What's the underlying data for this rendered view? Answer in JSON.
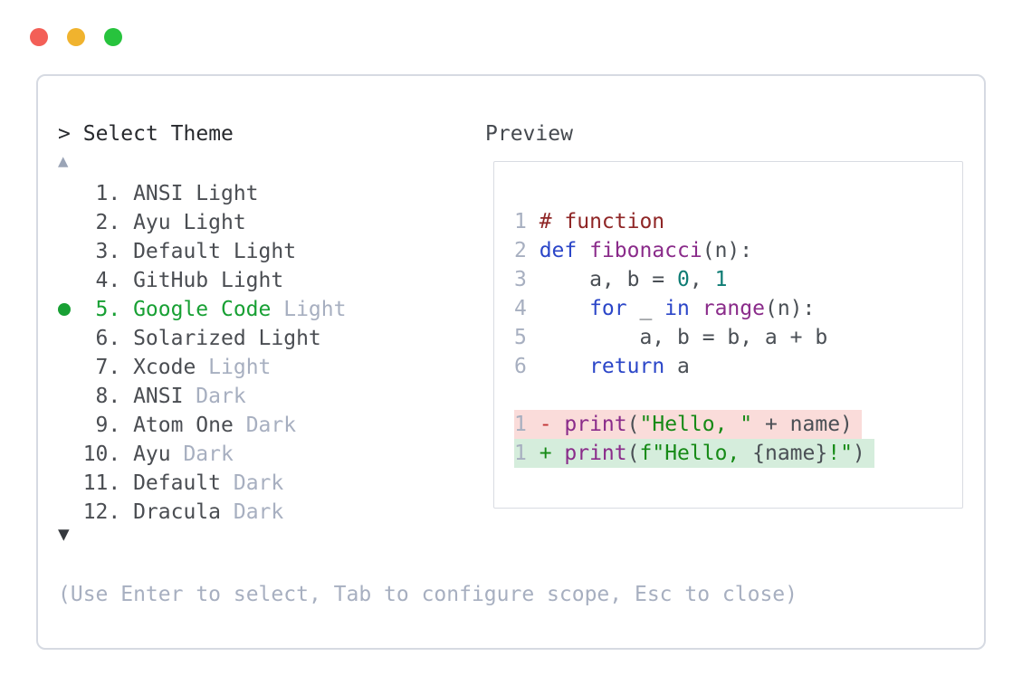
{
  "window": {
    "controls": [
      {
        "name": "close",
        "color": "#f35f57"
      },
      {
        "name": "minimize",
        "color": "#f0b32e"
      },
      {
        "name": "maximize",
        "color": "#27c33d"
      }
    ]
  },
  "selector": {
    "prompt_caret": ">",
    "title": "Select Theme",
    "up_arrow": "▲",
    "down_arrow": "▼",
    "selected_bullet_color": "#18a034",
    "items": [
      {
        "number": "1.",
        "name": "ANSI Light",
        "suffix": "",
        "selected": false
      },
      {
        "number": "2.",
        "name": "Ayu Light",
        "suffix": "",
        "selected": false
      },
      {
        "number": "3.",
        "name": "Default Light",
        "suffix": "",
        "selected": false
      },
      {
        "number": "4.",
        "name": "GitHub Light",
        "suffix": "",
        "selected": false
      },
      {
        "number": "5.",
        "name": "Google Code",
        "suffix": "Light",
        "selected": true
      },
      {
        "number": "6.",
        "name": "Solarized Light",
        "suffix": "",
        "selected": false
      },
      {
        "number": "7.",
        "name": "Xcode",
        "suffix": "Light",
        "selected": false
      },
      {
        "number": "8.",
        "name": "ANSI",
        "suffix": "Dark",
        "selected": false
      },
      {
        "number": "9.",
        "name": "Atom One",
        "suffix": "Dark",
        "selected": false
      },
      {
        "number": "10.",
        "name": "Ayu",
        "suffix": "Dark",
        "selected": false
      },
      {
        "number": "11.",
        "name": "Default",
        "suffix": "Dark",
        "selected": false
      },
      {
        "number": "12.",
        "name": "Dracula",
        "suffix": "Dark",
        "selected": false
      }
    ],
    "footer_hint": "(Use Enter to select, Tab to configure scope, Esc to close)"
  },
  "preview": {
    "label": "Preview",
    "code_lines": [
      {
        "num": "1",
        "bg": "",
        "tokens": [
          [
            "# function",
            "comment"
          ]
        ]
      },
      {
        "num": "2",
        "bg": "",
        "tokens": [
          [
            "def",
            "keyword"
          ],
          [
            " ",
            "plain"
          ],
          [
            "fibonacci",
            "function"
          ],
          [
            "(n):",
            "plain"
          ]
        ]
      },
      {
        "num": "3",
        "bg": "",
        "tokens": [
          [
            "    a, b = ",
            "plain"
          ],
          [
            "0",
            "number"
          ],
          [
            ", ",
            "plain"
          ],
          [
            "1",
            "number"
          ]
        ]
      },
      {
        "num": "4",
        "bg": "",
        "tokens": [
          [
            "    ",
            "plain"
          ],
          [
            "for",
            "keyword"
          ],
          [
            " _ ",
            "plain"
          ],
          [
            "in",
            "keyword"
          ],
          [
            " ",
            "plain"
          ],
          [
            "range",
            "function"
          ],
          [
            "(n):",
            "plain"
          ]
        ]
      },
      {
        "num": "5",
        "bg": "",
        "tokens": [
          [
            "        a, b = b, a + b",
            "plain"
          ]
        ]
      },
      {
        "num": "6",
        "bg": "",
        "tokens": [
          [
            "    ",
            "plain"
          ],
          [
            "return",
            "keyword"
          ],
          [
            " a",
            "plain"
          ]
        ]
      },
      {
        "num": "",
        "bg": "",
        "tokens": []
      },
      {
        "num": "1",
        "bg": "removed",
        "tokens": [
          [
            "- ",
            "diff_removed_fg"
          ],
          [
            "print",
            "function"
          ],
          [
            "(",
            "plain"
          ],
          [
            "\"Hello, \"",
            "string"
          ],
          [
            " + name)",
            "plain"
          ]
        ]
      },
      {
        "num": "1",
        "bg": "added",
        "tokens": [
          [
            "+ ",
            "diff_added_fg"
          ],
          [
            "print",
            "function"
          ],
          [
            "(",
            "plain"
          ],
          [
            "f\"Hello, ",
            "string"
          ],
          [
            "{name}",
            "plain"
          ],
          [
            "!\"",
            "string"
          ],
          [
            ")",
            "plain"
          ]
        ]
      }
    ]
  },
  "colors": {
    "comment": "#8f2626",
    "keyword": "#2b46c8",
    "function": "#8a2b8a",
    "number": "#0e7c74",
    "string": "#168a16",
    "plain": "#4a4f55",
    "diff_removed_fg": "#c23434",
    "diff_added_fg": "#168a16",
    "diff_removed_bg": "#fadcda",
    "diff_added_bg": "#d5eddc",
    "selected_green": "#18a034",
    "muted": "#a7afc0"
  }
}
